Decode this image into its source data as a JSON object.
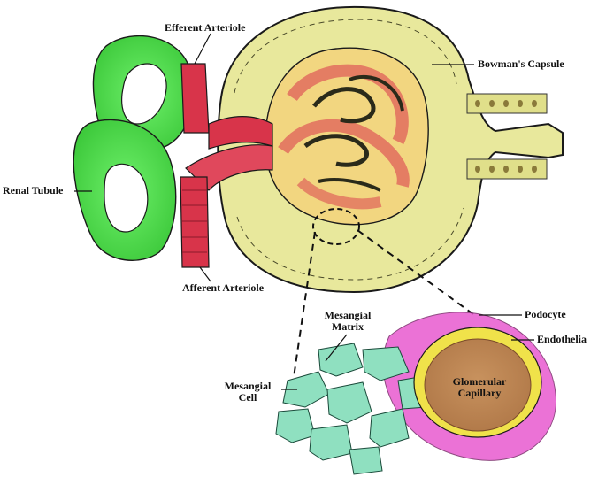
{
  "labels": {
    "efferent_arteriole": "Efferent Arteriole",
    "bowmans_capsule": "Bowman's Capsule",
    "renal_tubule": "Renal Tubule",
    "afferent_arteriole": "Afferent Arteriole",
    "mesangial_matrix_line1": "Mesangial",
    "mesangial_matrix_line2": "Matrix",
    "mesangial_cell_line1": "Mesangial",
    "mesangial_cell_line2": "Cell",
    "podocyte": "Podocyte",
    "endothelia": "Endothelia",
    "glomerular_capillary_line1": "Glomerular",
    "glomerular_capillary_line2": "Capillary"
  },
  "colors": {
    "capsule_fill": "#e6e69a",
    "capsule_outline": "#1a1a1a",
    "tubule_fill": "#5ee05a",
    "arteriole_fill": "#d8344a",
    "glomerulus_red": "#d8344a",
    "mesangial_fill": "#8fe0c0",
    "podocyte_fill": "#e85ad0",
    "endothelia_fill": "#f0e24a",
    "capillary_fill": "#c8905a"
  },
  "icons": {
    "zoom_indicator": "dashed-circle-icon"
  }
}
